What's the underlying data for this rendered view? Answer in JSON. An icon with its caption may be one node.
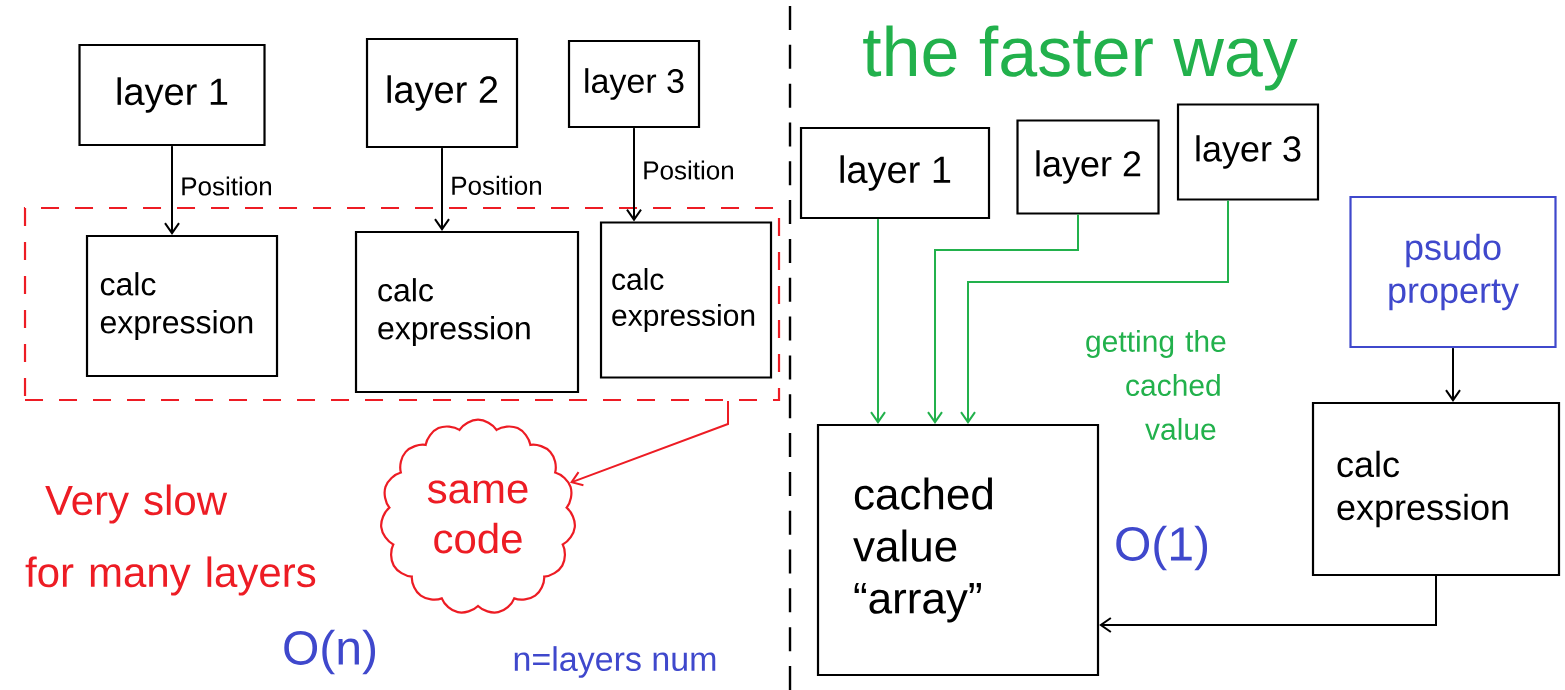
{
  "diagram": {
    "nodes": [
      {
        "text": [
          "layer 1"
        ]
      },
      {
        "text": [
          "layer 2"
        ]
      },
      {
        "text": [
          "layer 3"
        ]
      },
      {
        "text": [],
        "shape": "box"
      },
      {
        "text": [
          "calc expression"
        ],
        "in": 3
      },
      {
        "text": [
          "calc expression"
        ],
        "in": 3
      },
      {
        "text": [
          "calc expression"
        ],
        "in": 3
      },
      {
        "text": [
          "same code"
        ]
      },
      {
        "text": [
          "layer 1"
        ]
      },
      {
        "text": [
          "layer 2"
        ]
      },
      {
        "text": [
          "layer 3"
        ]
      },
      {
        "text": [
          "cached value “array”"
        ]
      },
      {
        "text": [
          "psudo property"
        ]
      },
      {
        "text": [
          "calc expression"
        ]
      }
    ],
    "edges": [
      {
        "from": 0,
        "to": 4,
        "arrow": "to",
        "label": "Position"
      },
      {
        "from": 1,
        "to": 5,
        "arrow": "to",
        "label": "Position"
      },
      {
        "from": 2,
        "to": 6,
        "arrow": "to",
        "label": "Position"
      },
      {
        "from": 3,
        "to": 7,
        "arrow": "to",
        "color": "#ed1c24"
      },
      {
        "from": 8,
        "to": 11,
        "arrow": "to",
        "color": "#22b14c"
      },
      {
        "from": 9,
        "to": 11,
        "arrow": "to",
        "color": "#22b14c"
      },
      {
        "from": 10,
        "to": 11,
        "arrow": "to",
        "color": "#22b14c"
      },
      {
        "from": 12,
        "to": 13,
        "arrow": "to"
      },
      {
        "from": 13,
        "to": 11,
        "arrow": "to"
      }
    ],
    "labels": [
      "Very slow for many layers",
      "O(n)",
      "n=layers num",
      "the faster way",
      "getting the cached value",
      "O(1)"
    ]
  }
}
